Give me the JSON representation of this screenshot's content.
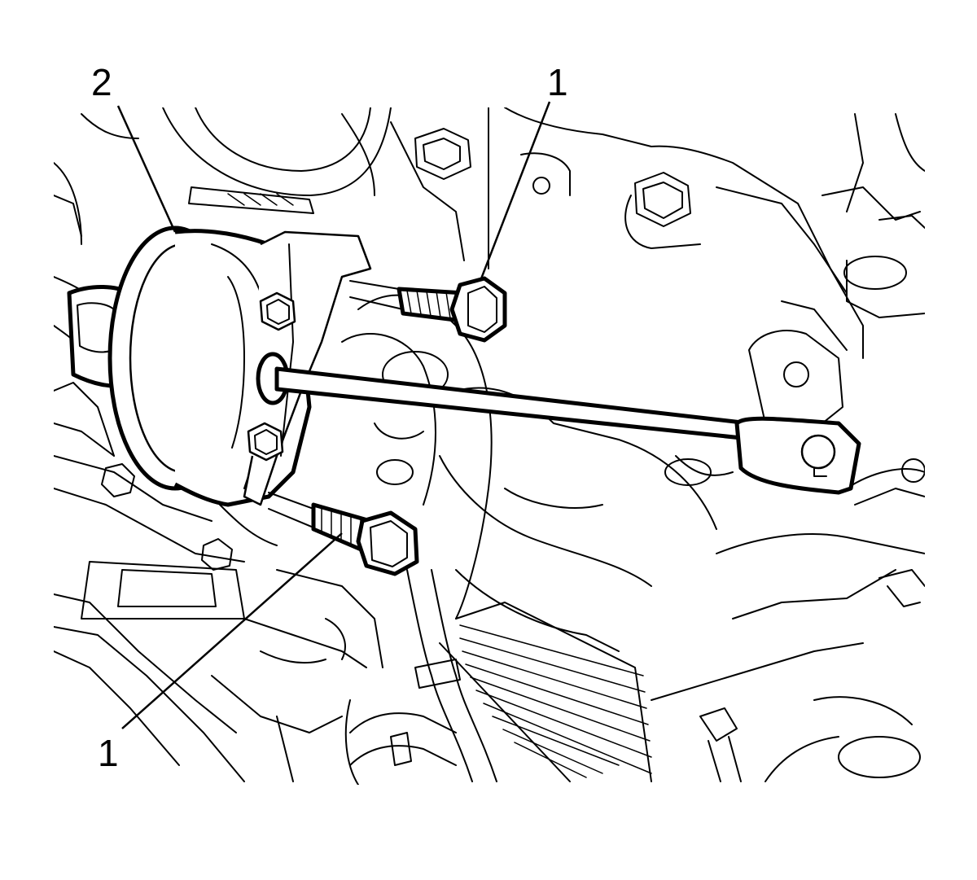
{
  "callouts": {
    "bolts_top": "1",
    "actuator": "2",
    "bolts_bottom": "1"
  }
}
